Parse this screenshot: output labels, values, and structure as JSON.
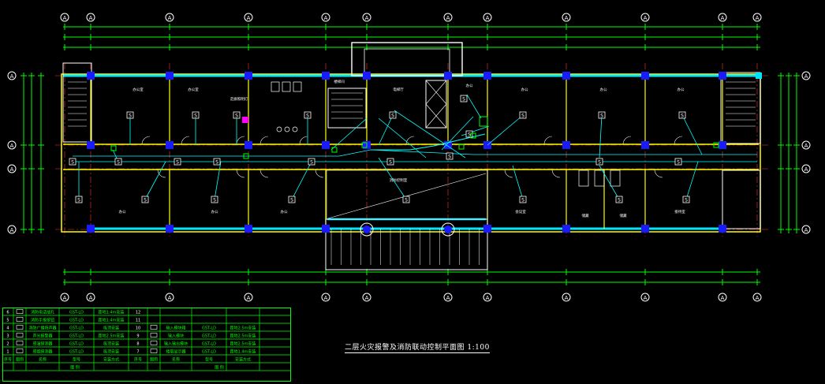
{
  "drawing": {
    "title": "二层火灾报警及消防联动控制平面图 1:100",
    "axis_letter": "A",
    "detector_symbol": "S",
    "colors": {
      "background": "#000000",
      "wall": "#ffff00",
      "grid_line": "#ff3333",
      "dimension": "#00ff00",
      "column": "#1a1aff",
      "wiring": "#00ffff",
      "outer_wall": "#00e5ff",
      "text": "#ffffff",
      "legend": "#00ff00"
    },
    "room_labels": [
      "办公室",
      "办公室",
      "走廊照明灯",
      "楼梯间",
      "电梯厅",
      "办公",
      "办公",
      "办公",
      "办公",
      "消防控制室",
      "办公",
      "办公",
      "办公",
      "会议室",
      "储藏",
      "储藏",
      "接待室"
    ]
  },
  "legend": {
    "headers": [
      "序号",
      "图例",
      "名称",
      "型号",
      "安装方式",
      "序号",
      "图例",
      "名称",
      "型号",
      "安装方式"
    ],
    "footer": [
      "图 例",
      "图 例"
    ],
    "rows": [
      {
        "no": "6",
        "name": "消防电话插孔",
        "model": "GST-LD",
        "install": "距地1.4m安装",
        "no2": "12",
        "name2": "",
        "model2": "",
        "install2": ""
      },
      {
        "no": "5",
        "name": "消防手报按钮",
        "model": "GST-LD",
        "install": "距地1.4m安装",
        "no2": "11",
        "name2": "",
        "model2": "",
        "install2": ""
      },
      {
        "no": "4",
        "name": "消防广播扬声器",
        "model": "GST-LD",
        "install": "吸顶安装",
        "no2": "10",
        "name2": "输入模块箱",
        "model2": "GST-LD",
        "install2": "距地2.5m安装"
      },
      {
        "no": "3",
        "name": "声光报警器",
        "model": "GST-LD",
        "install": "距地2.5m安装",
        "no2": "9",
        "name2": "输入模块",
        "model2": "GST-LD",
        "install2": "距地2.5m安装"
      },
      {
        "no": "2",
        "name": "感温探测器",
        "model": "GST-LD",
        "install": "吸顶安装",
        "no2": "8",
        "name2": "输入输出模块",
        "model2": "GST-LD",
        "install2": "距地2.5m安装"
      },
      {
        "no": "1",
        "name": "感烟探测器",
        "model": "GST-LD",
        "install": "吸顶安装",
        "no2": "7",
        "name2": "楼层显示器",
        "model2": "GST-LD",
        "install2": "距地1.4m安装"
      }
    ]
  }
}
